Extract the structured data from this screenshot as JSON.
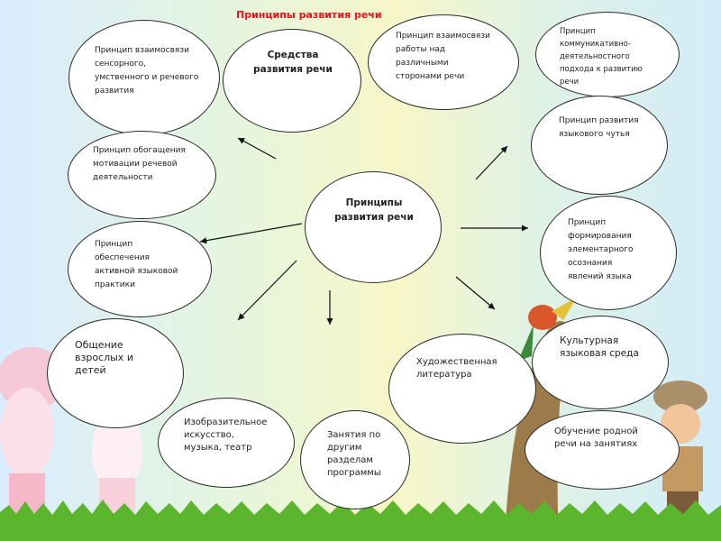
{
  "title": "Принципы развития речи",
  "center": "Принципы развития речи",
  "means": "Средства развития речи",
  "principles": {
    "interconnection_sensory": "Принцип взаимосвязи сенсорного, умственного и речевого развития",
    "interconnection_work": "Принцип взаимосвязи работы над различными сторонами речи",
    "communicative": "Принцип коммуникативно-деятельностного подхода к развитию речи",
    "language_sense": "Принцип развития языкового чутья",
    "elementary_awareness": "Принцип формирования элементарного осознания явлений языка",
    "motivation": "Принцип обогащения мотивации речевой деятельности",
    "active_practice": "Принцип обеспечения активной языковой практики"
  },
  "means_items": {
    "communication": "Общение взрослых и детей",
    "art": "Изобразительное искусство, музыка, театр",
    "other_classes": "Занятия по другим разделам программы",
    "literature": "Художественная литература",
    "cultural_env": "Культурная языковая среда",
    "native_lessons": "Обучение родной речи на занятиях"
  },
  "colors": {
    "title": "#e8141c",
    "grass": "#5bb52d",
    "outline": "#2a2a2a"
  }
}
